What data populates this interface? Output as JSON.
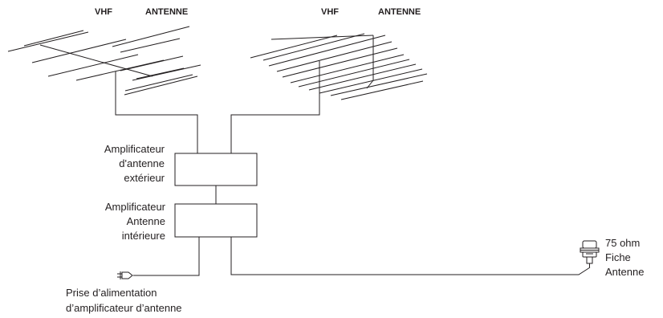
{
  "antenna_left": {
    "band_label": "VHF",
    "antenna_label": "ANTENNE"
  },
  "antenna_right": {
    "band_label": "VHF",
    "antenna_label": "ANTENNE"
  },
  "outdoor_amplifier": {
    "label_lines": [
      "Amplificateur",
      "d'antenne",
      "extérieur"
    ]
  },
  "indoor_amplifier": {
    "label_lines": [
      "Amplificateur",
      "Antenne",
      "intérieure"
    ]
  },
  "power_plug": {
    "label_lines": [
      "Prise d’alimentation",
      "d’amplificateur d’antenne"
    ]
  },
  "antenna_plug": {
    "label_lines": [
      "75 ohm",
      "Fiche",
      "Antenne"
    ]
  },
  "icons": {
    "power_plug": "power-plug-icon",
    "coax_plug": "coax-plug-icon"
  }
}
